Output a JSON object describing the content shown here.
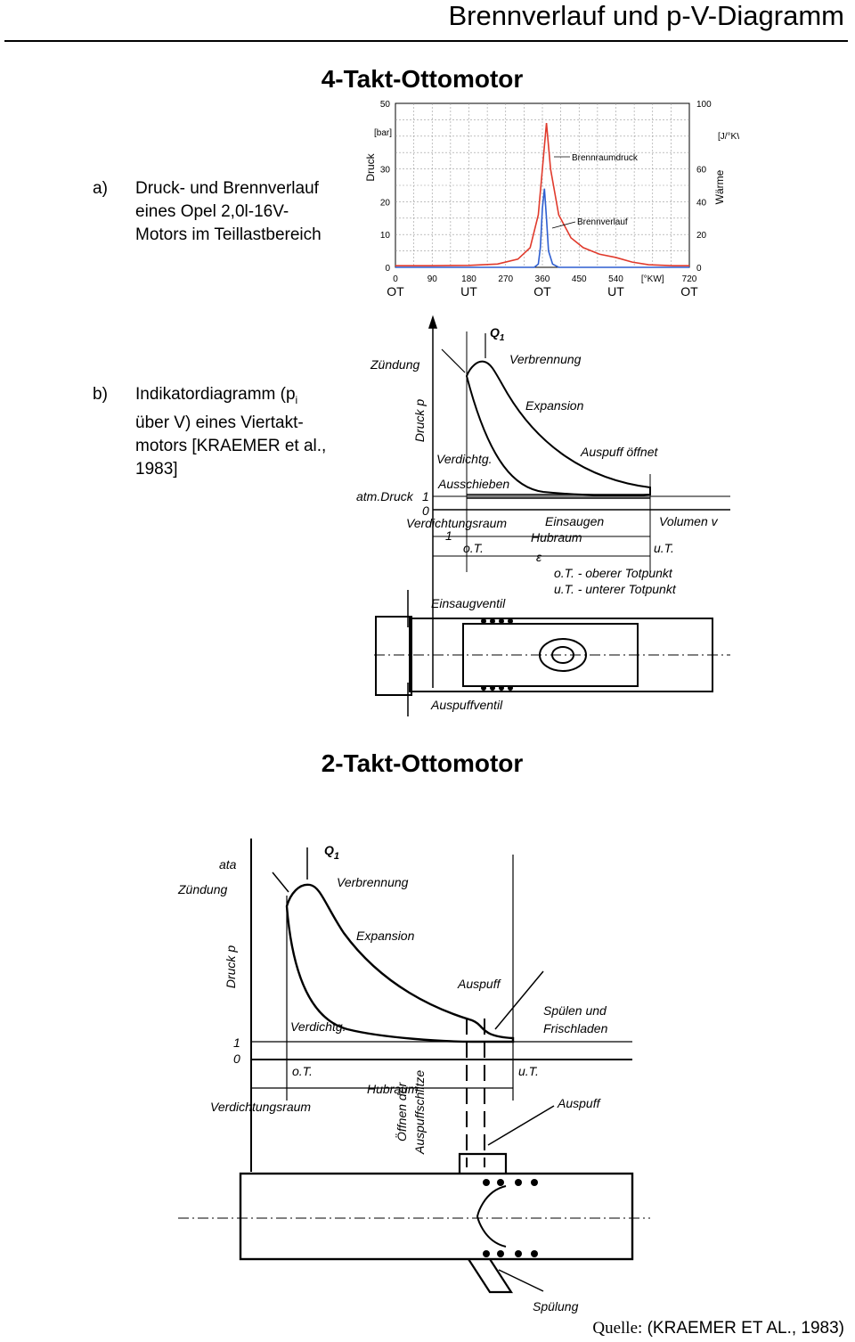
{
  "header": {
    "title": "Brennverlauf und p-V-Diagramm"
  },
  "section4": {
    "heading": "4-Takt-Ottomotor",
    "caption_a": {
      "label": "a)",
      "lines": [
        "Druck- und Brennverlauf",
        "eines Opel 2,0l-16V-",
        "Motors im Teillastbereich"
      ]
    },
    "caption_b": {
      "label": "b)",
      "lines": [
        "Indikatordiagramm (p",
        "über V) eines Viertakt-",
        "motors [KRAEMER et al.,",
        "1983]"
      ],
      "subscript": "i"
    }
  },
  "chart_data": {
    "type": "line",
    "x_ticks": [
      "0",
      "90",
      "180",
      "270",
      "360",
      "450",
      "540",
      "[°KW]",
      "720"
    ],
    "x_dead_centers": [
      "OT",
      "UT",
      "OT",
      "UT",
      "OT"
    ],
    "xlim": [
      0,
      720
    ],
    "y_left": {
      "label": "Druck",
      "unit": "[bar]",
      "ticks": [
        "50",
        "30",
        "20",
        "10",
        "0"
      ],
      "lim": [
        0,
        50
      ]
    },
    "y_right": {
      "label": "Wärme",
      "unit": "[J/°KW]",
      "ticks": [
        "100",
        "60",
        "40",
        "20",
        "0"
      ],
      "lim": [
        0,
        100
      ]
    },
    "series": [
      {
        "name": "Brennraumdruck",
        "color": "#e03a2c",
        "axis": "left",
        "x": [
          0,
          90,
          180,
          250,
          300,
          330,
          350,
          360,
          370,
          380,
          400,
          430,
          460,
          500,
          540,
          580,
          620,
          680,
          720
        ],
        "y": [
          0.5,
          0.5,
          0.6,
          1,
          2.5,
          6,
          16,
          30,
          44,
          30,
          16,
          9,
          6,
          4,
          3,
          1.6,
          0.8,
          0.5,
          0.5
        ]
      },
      {
        "name": "Brennverlauf",
        "color": "#2f5fd0",
        "axis": "right",
        "x": [
          0,
          340,
          350,
          355,
          360,
          365,
          370,
          375,
          385,
          400,
          720
        ],
        "y": [
          0,
          0,
          2,
          12,
          36,
          48,
          30,
          10,
          2,
          0,
          0
        ]
      }
    ],
    "grid": true,
    "legend": "inline labels"
  },
  "pv4_labels": {
    "q1": "Q",
    "q1_sub": "1",
    "zuendung": "Zündung",
    "verbrennung": "Verbrennung",
    "expansion": "Expansion",
    "druck_p": "Druck p",
    "verdichtg": "Verdichtg.",
    "auspuff_oeffnet": "Auspuff öffnet",
    "ausschieben": "Ausschieben",
    "atm_druck": "atm.Druck",
    "one": "1",
    "zero": "0",
    "einsaugen": "Einsaugen",
    "volumen_v": "Volumen v",
    "verdichtungsraum": "Verdichtungsraum",
    "hubraum": "Hubraum",
    "ot": "o.T.",
    "ut": "u.T.",
    "one7": "1",
    "epsilon": "ε",
    "ot_def": "o.T. - oberer Totpunkt",
    "ut_def": "u.T. - unterer Totpunkt",
    "einsaugventil": "Einsaugventil",
    "auspuffventil": "Auspuffventil"
  },
  "section2": {
    "heading": "2-Takt-Ottomotor"
  },
  "pv2_labels": {
    "ata": "ata",
    "q1": "Q",
    "q1_sub": "1",
    "zuendung": "Zündung",
    "verbrennung": "Verbrennung",
    "expansion": "Expansion",
    "druck_p": "Druck p",
    "auspuff_top": "Auspuff",
    "spuelen_1": "Spülen und",
    "spuelen_2": "Frischladen",
    "verdichtg": "Verdichtg.",
    "one": "1",
    "zero": "0",
    "ot": "o.T.",
    "ut": "u.T.",
    "hubraum": "Hubraum",
    "verdichtungsraum": "Verdichtungsraum",
    "auspuff_mid": "Auspuff",
    "oeffnen_1": "Öffnen der",
    "oeffnen_2": "Auspuffschlitze",
    "spuelung": "Spülung"
  },
  "source": {
    "label": "Quelle:",
    "text": " (KRAEMER ET AL., 1983)"
  }
}
